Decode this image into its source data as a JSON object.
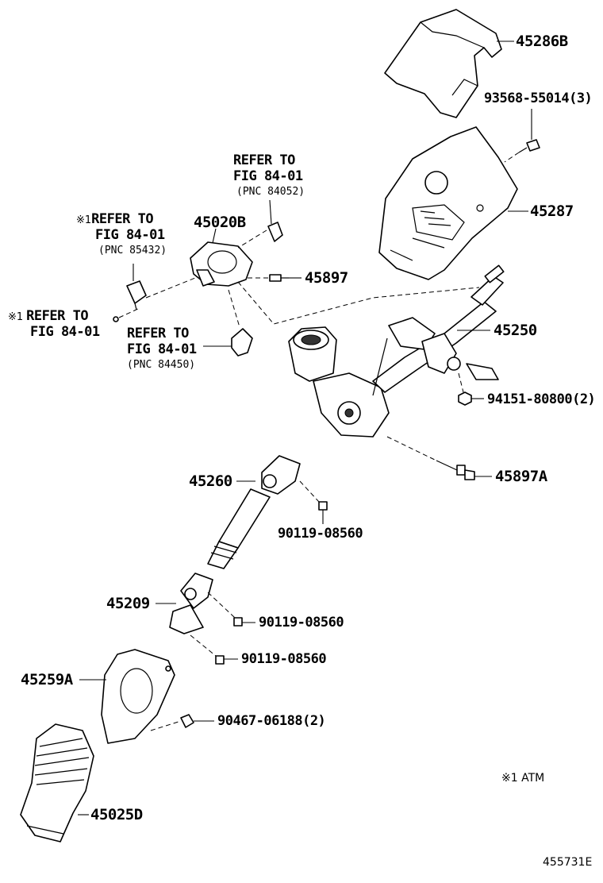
{
  "diagram": {
    "parts": {
      "p45286B": "45286B",
      "p93568": "93568-55014(3)",
      "p45287": "45287",
      "p45020B": "45020B",
      "p45897": "45897",
      "p45250": "45250",
      "p94151": "94151-80800(2)",
      "p45897A": "45897A",
      "p45260": "45260",
      "p90119a": "90119-08560",
      "p45209": "45209",
      "p90119b": "90119-08560",
      "p90119c": "90119-08560",
      "p45259A": "45259A",
      "p90467": "90467-06188(2)",
      "p45025D": "45025D"
    },
    "refs": {
      "r1": {
        "line1": "REFER TO",
        "line2": "FIG 84-01",
        "pnc": "(PNC 84052)"
      },
      "r2": {
        "mark": "※1",
        "line1": "REFER TO",
        "line2": "FIG 84-01",
        "pnc": "(PNC 85432)"
      },
      "r3": {
        "mark": "※1",
        "line1": "REFER TO",
        "line2": "FIG 84-01"
      },
      "r4": {
        "line1": "REFER TO",
        "line2": "FIG 84-01",
        "pnc": "(PNC 84450)"
      }
    },
    "legend": "※1 ATM",
    "figure_id": "455731E"
  }
}
